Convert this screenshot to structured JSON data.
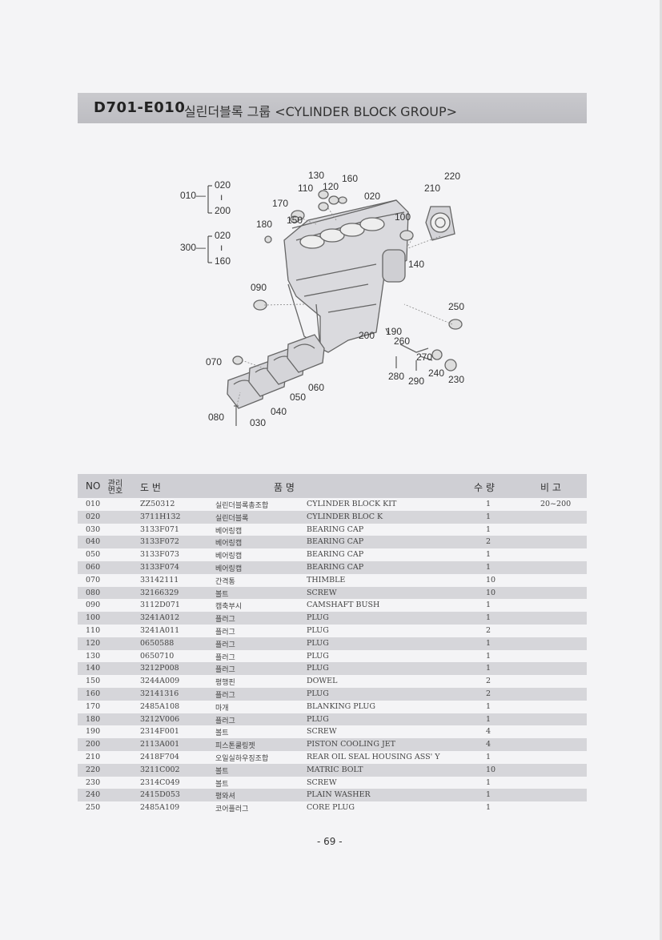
{
  "header": {
    "code": "D701-E010",
    "title": "실린더블록 그룹 <CYLINDER BLOCK GROUP>"
  },
  "diagram": {
    "callouts": [
      "010",
      "020",
      "200",
      "300",
      "020",
      "160",
      "130",
      "110",
      "120",
      "160",
      "170",
      "180",
      "150",
      "020",
      "220",
      "210",
      "100",
      "140",
      "090",
      "250",
      "200",
      "190",
      "260",
      "270",
      "240",
      "230",
      "280",
      "290",
      "070",
      "060",
      "050",
      "040",
      "080",
      "030"
    ]
  },
  "table": {
    "headers": {
      "no": "NO",
      "mgmt": "관리번호",
      "part_no": "도    번",
      "name": "품                      명",
      "qty": "수   량",
      "remarks": "비   고"
    },
    "rows": [
      {
        "no": "010",
        "part": "ZZ50312",
        "kname": "실린더블록총조합",
        "ename": "CYLINDER BLOCK KIT",
        "qty": "1",
        "rem": "20~200"
      },
      {
        "no": "020",
        "part": "3711H132",
        "kname": "실린더블록",
        "ename": "CYLINDER BLOC K",
        "qty": "1",
        "rem": ""
      },
      {
        "no": "030",
        "part": "3133F071",
        "kname": "베어링캡",
        "ename": "BEARING CAP",
        "qty": "1",
        "rem": ""
      },
      {
        "no": "040",
        "part": "3133F072",
        "kname": "베어링캡",
        "ename": "BEARING CAP",
        "qty": "2",
        "rem": ""
      },
      {
        "no": "050",
        "part": "3133F073",
        "kname": "베어링캡",
        "ename": "BEARING CAP",
        "qty": "1",
        "rem": ""
      },
      {
        "no": "060",
        "part": "3133F074",
        "kname": "베어링캡",
        "ename": "BEARING CAP",
        "qty": "1",
        "rem": ""
      },
      {
        "no": "070",
        "part": "33142111",
        "kname": "간격통",
        "ename": "THIMBLE",
        "qty": "10",
        "rem": ""
      },
      {
        "no": "080",
        "part": "32166329",
        "kname": "볼트",
        "ename": "SCREW",
        "qty": "10",
        "rem": ""
      },
      {
        "no": "090",
        "part": "3112D071",
        "kname": "캠축부시",
        "ename": "CAMSHAFT BUSH",
        "qty": "1",
        "rem": ""
      },
      {
        "no": "100",
        "part": "3241A012",
        "kname": "플러그",
        "ename": "PLUG",
        "qty": "1",
        "rem": ""
      },
      {
        "no": "110",
        "part": "3241A011",
        "kname": "플러그",
        "ename": "PLUG",
        "qty": "2",
        "rem": ""
      },
      {
        "no": "120",
        "part": "0650588",
        "kname": "플러그",
        "ename": "PLUG",
        "qty": "1",
        "rem": ""
      },
      {
        "no": "130",
        "part": "0650710",
        "kname": "플러그",
        "ename": "PLUG",
        "qty": "1",
        "rem": ""
      },
      {
        "no": "140",
        "part": "3212P008",
        "kname": "플러그",
        "ename": "PLUG",
        "qty": "1",
        "rem": ""
      },
      {
        "no": "150",
        "part": "3244A009",
        "kname": "평행핀",
        "ename": "DOWEL",
        "qty": "2",
        "rem": ""
      },
      {
        "no": "160",
        "part": "32141316",
        "kname": "플러그",
        "ename": "PLUG",
        "qty": "2",
        "rem": ""
      },
      {
        "no": "170",
        "part": "2485A108",
        "kname": "마개",
        "ename": "BLANKING PLUG",
        "qty": "1",
        "rem": ""
      },
      {
        "no": "180",
        "part": "3212V006",
        "kname": "플러그",
        "ename": "PLUG",
        "qty": "1",
        "rem": ""
      },
      {
        "no": "190",
        "part": "2314F001",
        "kname": "볼트",
        "ename": "SCREW",
        "qty": "4",
        "rem": ""
      },
      {
        "no": "200",
        "part": "2113A001",
        "kname": "피스톤쿨링젯",
        "ename": "PISTON COOLING JET",
        "qty": "4",
        "rem": ""
      },
      {
        "no": "210",
        "part": "2418F704",
        "kname": "오일실하우징조합",
        "ename": "REAR OIL SEAL HOUSING ASS' Y",
        "qty": "1",
        "rem": ""
      },
      {
        "no": "220",
        "part": "3211C002",
        "kname": "볼트",
        "ename": "MATRIC BOLT",
        "qty": "10",
        "rem": ""
      },
      {
        "no": "230",
        "part": "2314C049",
        "kname": "볼트",
        "ename": "SCREW",
        "qty": "1",
        "rem": ""
      },
      {
        "no": "240",
        "part": "2415D053",
        "kname": "평와셔",
        "ename": "PLAIN WASHER",
        "qty": "1",
        "rem": ""
      },
      {
        "no": "250",
        "part": "2485A109",
        "kname": "코어플러그",
        "ename": "CORE PLUG",
        "qty": "1",
        "rem": ""
      }
    ]
  },
  "footer": {
    "page": "- 69 -"
  }
}
